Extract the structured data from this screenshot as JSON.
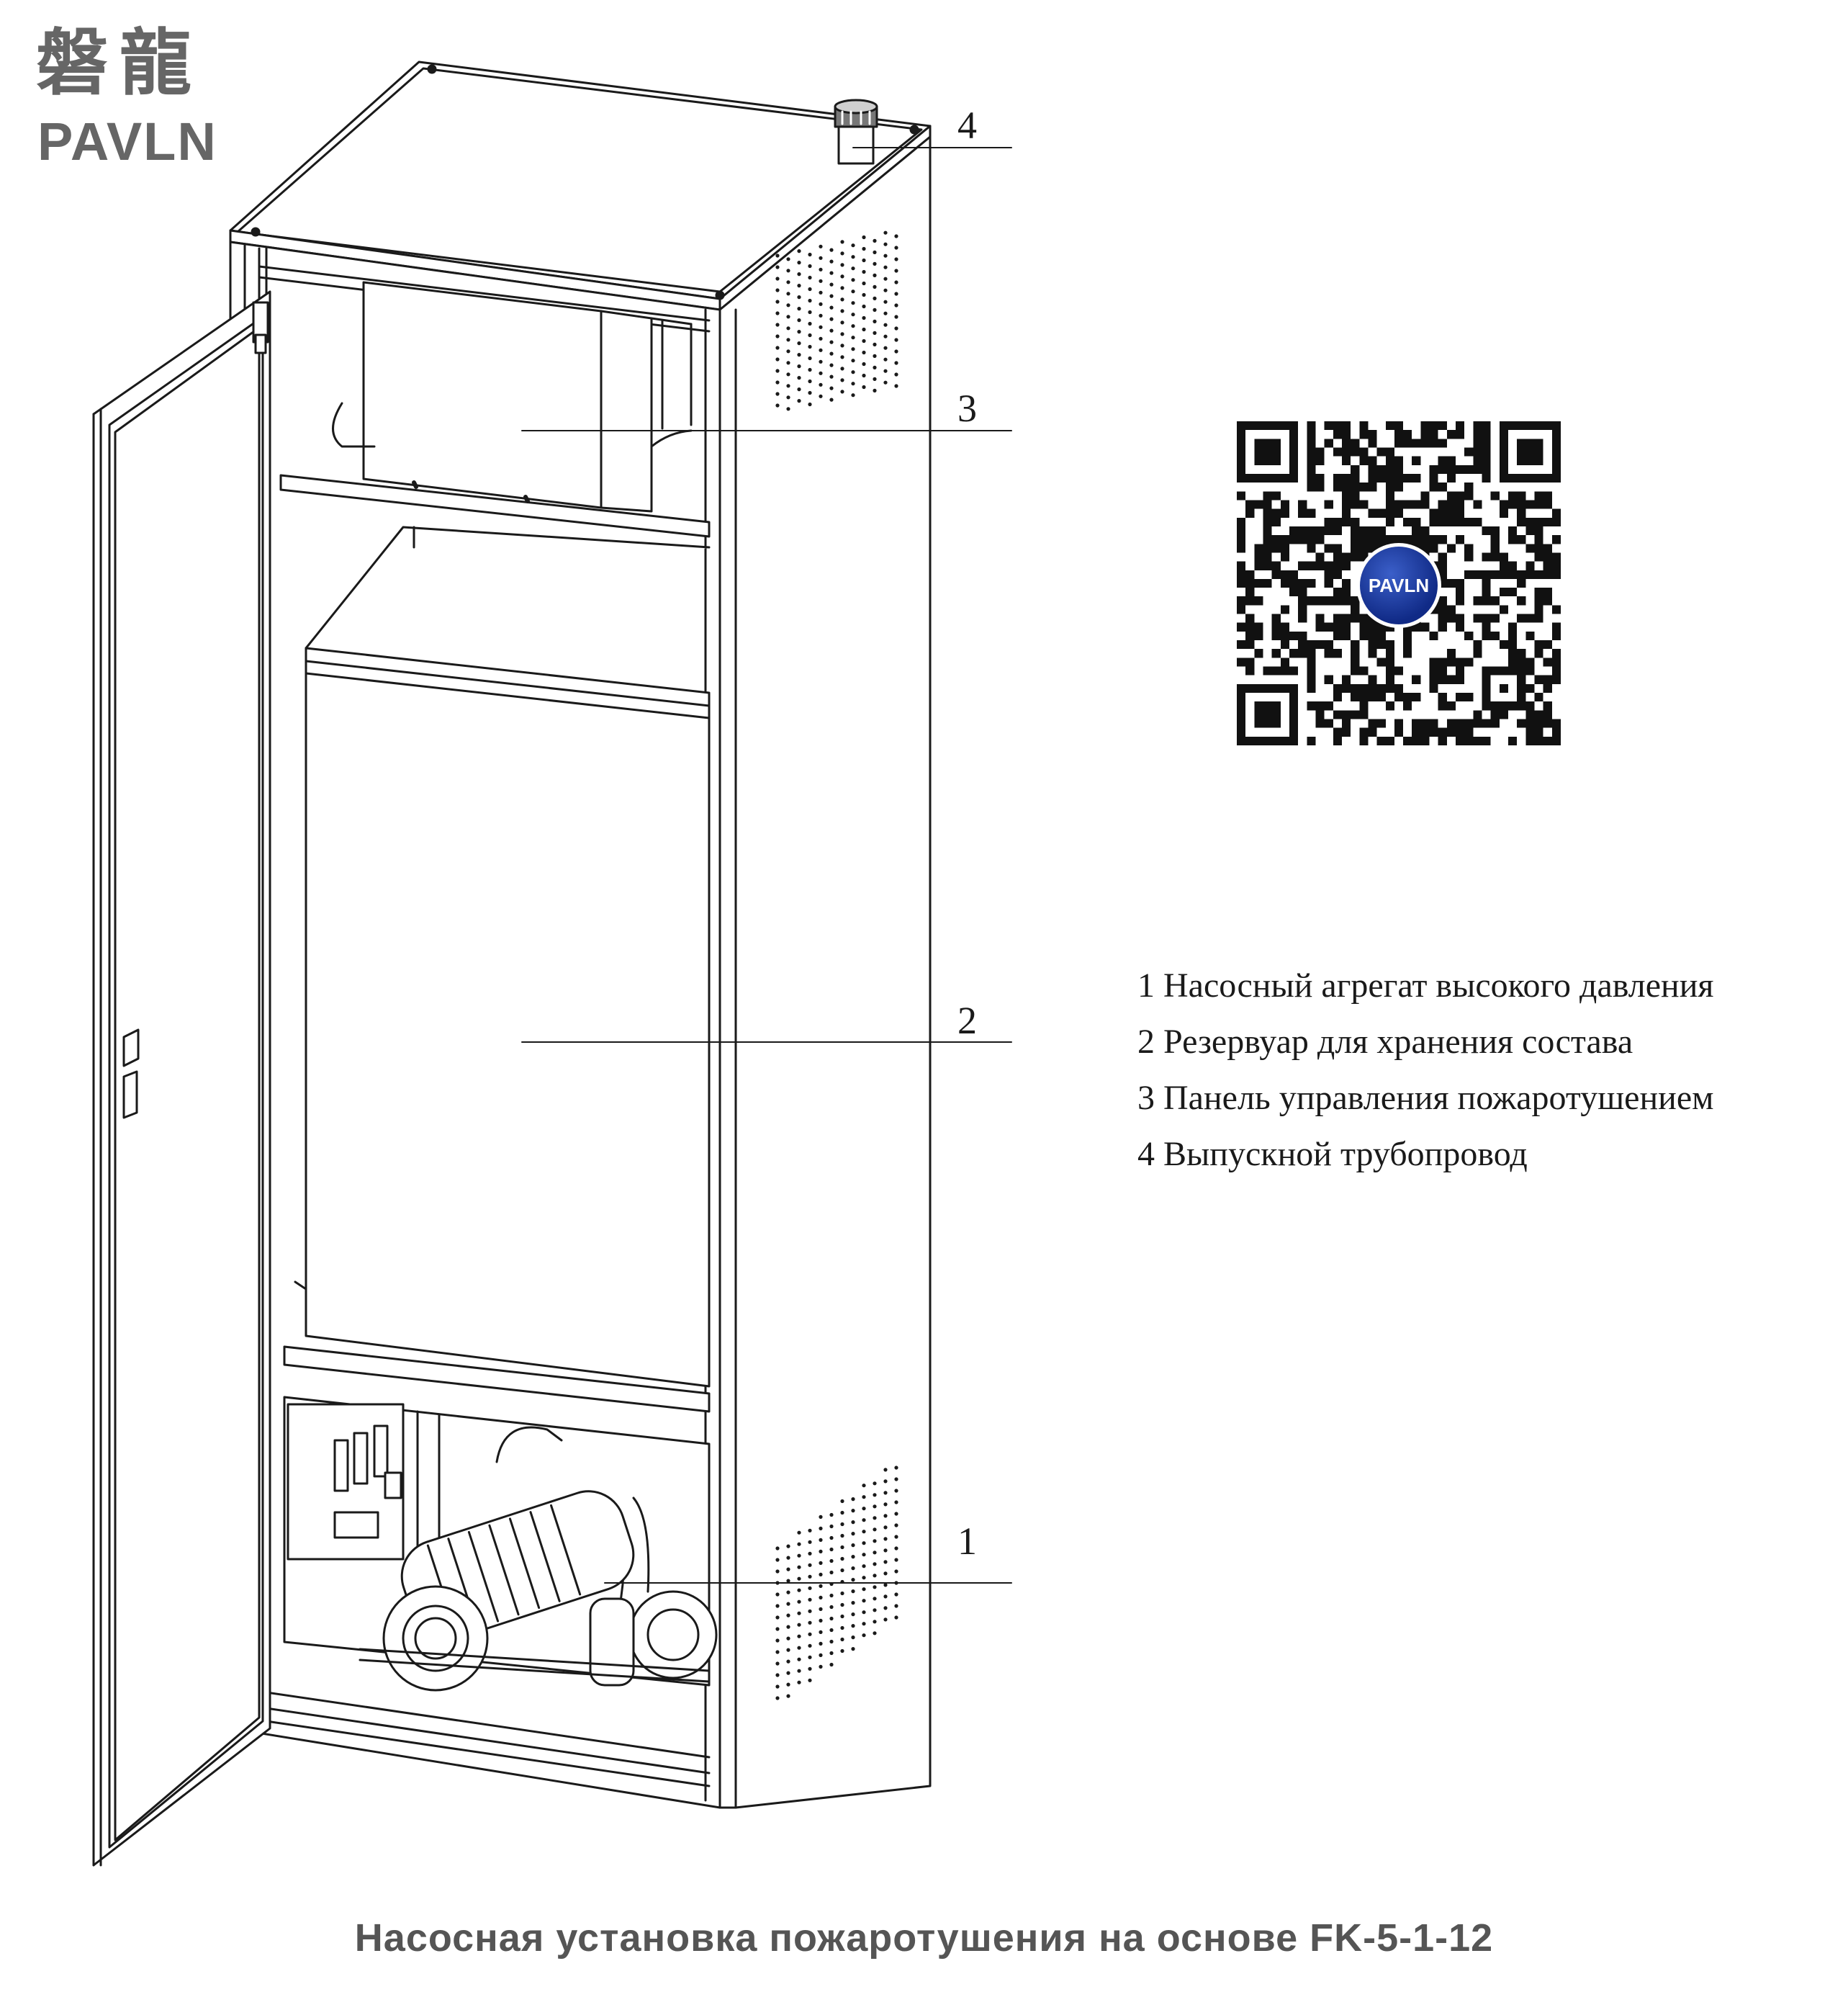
{
  "brand": {
    "name_cn": "磐龍",
    "name_en": "PAVLN",
    "badge_text": "PAVLN"
  },
  "callouts": [
    {
      "number": "1"
    },
    {
      "number": "2"
    },
    {
      "number": "3"
    },
    {
      "number": "4"
    }
  ],
  "legend": [
    "1 Насосный агрегат высокого давления",
    "2 Резервуар для хранения состава",
    "3 Панель управления пожаротушением",
    "4 Выпускной трубопровод"
  ],
  "caption": "Насосная установка пожаротушения на основе FK-5-1-12",
  "colors": {
    "line": "#1a1a1a",
    "brand_gray": "#666666",
    "badge_blue": "#1a3a9e"
  }
}
